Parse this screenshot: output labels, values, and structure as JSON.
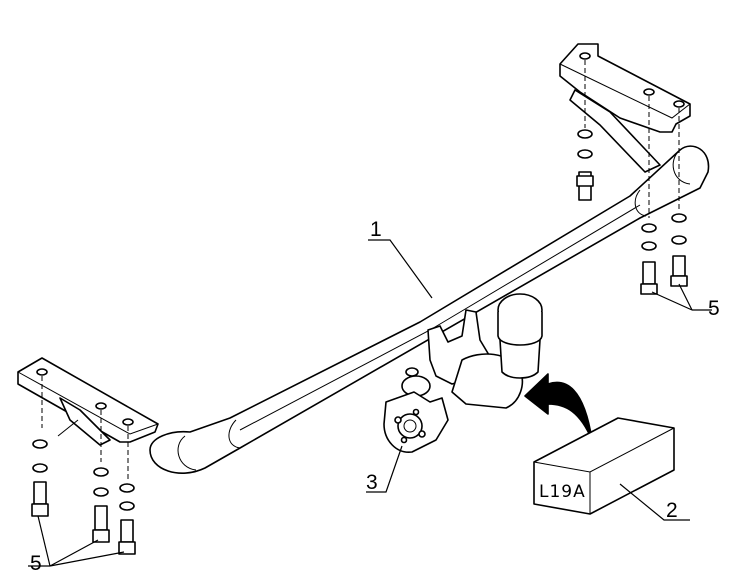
{
  "callouts": {
    "crossbar": "1",
    "label_box": "2",
    "socket_plate": "3",
    "bolts_right": "5",
    "bolts_left": "5"
  },
  "label_box": {
    "text": "L19A"
  },
  "icons": {
    "arrow": "curved-arrow-icon"
  }
}
